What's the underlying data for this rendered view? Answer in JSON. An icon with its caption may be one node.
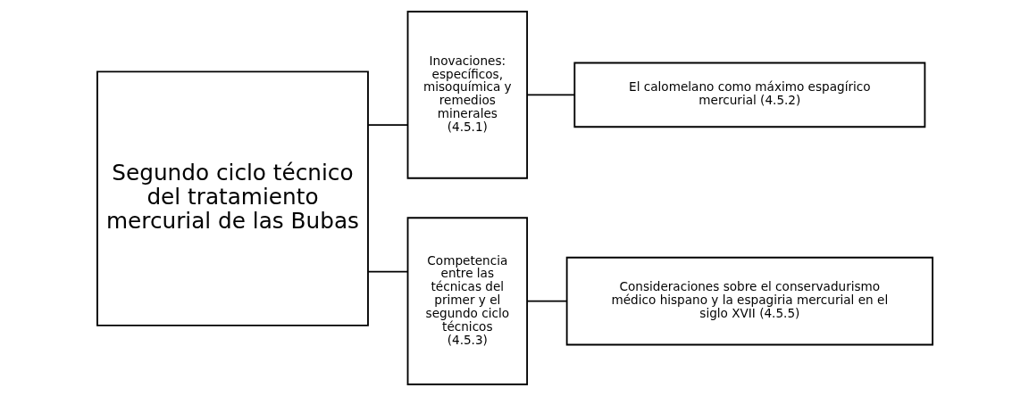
{
  "diagram": {
    "nodes": [
      {
        "text": [
          "Segundo ciclo técnico del tratamiento mercurial de las Bubas"
        ]
      },
      {
        "text": [
          "Inovaciones: específicos, misoquímica y remedios minerales (4.5.1)"
        ]
      },
      {
        "text": [
          "El calomelano como máximo espagírico mercurial (4.5.2)"
        ]
      },
      {
        "text": [
          "Competencia entre las técnicas del primer y el segundo ciclo técnicos (4.5.3)"
        ]
      },
      {
        "text": [
          "Consideraciones sobre el conservadurismo médico hispano y la espagiria mercurial en el siglo XVII (4.5.5)"
        ]
      }
    ],
    "edges": [
      {
        "from": 0,
        "to": 1,
        "arrow": "none"
      },
      {
        "from": 0,
        "to": 3,
        "arrow": "none"
      },
      {
        "from": 1,
        "to": 2,
        "arrow": "none"
      },
      {
        "from": 3,
        "to": 4,
        "arrow": "none"
      }
    ]
  }
}
